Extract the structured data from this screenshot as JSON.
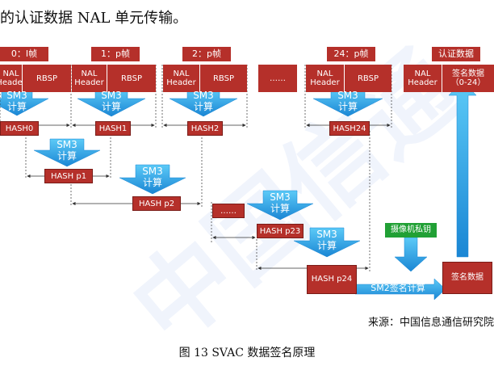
{
  "intro_text": "的认证数据 NAL 单元传输。",
  "frames": [
    {
      "label": "0：I帧",
      "nal": "NAL\nHeader",
      "rbsp": "RBSP"
    },
    {
      "label": "1：p帧",
      "nal": "NAL\nHeader",
      "rbsp": "RBSP"
    },
    {
      "label": "2：p帧",
      "nal": "NAL\nHeader",
      "rbsp": "RBSP"
    },
    {
      "label": "24：p帧",
      "nal": "NAL\nHeader",
      "rbsp": "RBSP"
    }
  ],
  "ellipsis_top": "……",
  "auth": {
    "label": "认证数据",
    "nal": "NAL\nHeader",
    "sig": "签名数据\n（0-24）"
  },
  "hashes": {
    "h0": "HASH0",
    "h1": "HASH1",
    "h2": "HASH2",
    "h24": "HASH24",
    "p1": "HASH p1",
    "p2": "HASH p2",
    "p23": "HASH p23",
    "p24": "HASH p24"
  },
  "sm3_label": "SM3\n计算",
  "ellipsis_mid": "……",
  "camera_key": "摄像机私钥",
  "sm2_label": "SM2签名计算",
  "sig_box": "签名数据",
  "source": "来源：中国信息通信研究院",
  "caption": "图  13 SVAC 数据签名原理",
  "colors": {
    "red": "#b5302a",
    "blue": "#1f9fe0",
    "green": "#21a035"
  }
}
